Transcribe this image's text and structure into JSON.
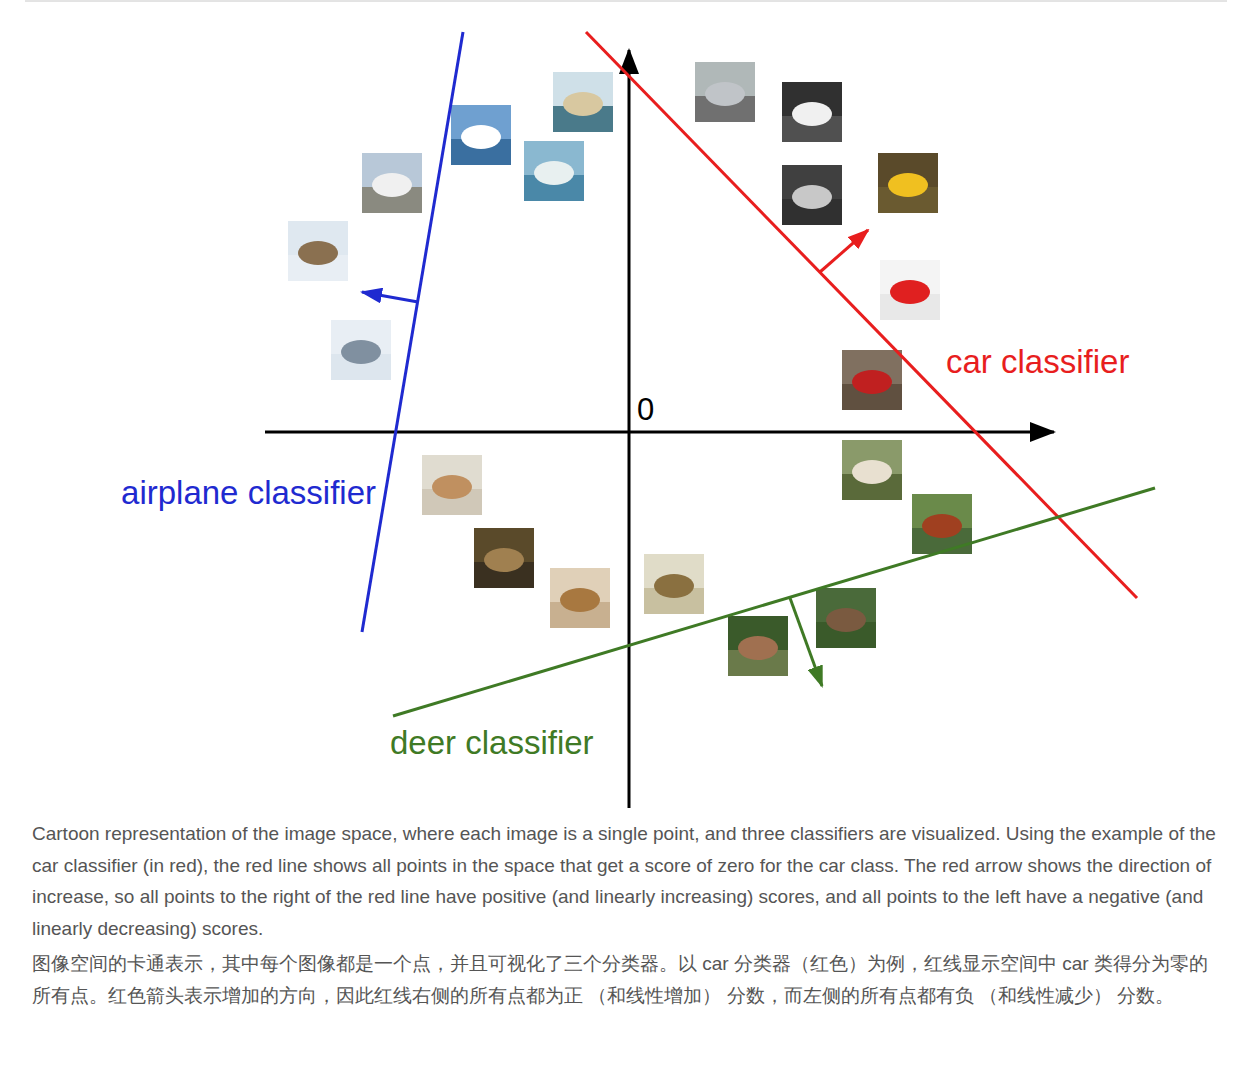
{
  "diagram": {
    "caption": "Cartoon representation of the image space, where each image is a single point, and three classifiers are visualized. Using the example of the car classifier (in red), the red line shows all points in the space that get a score of zero for the car class. The red arrow shows the direction of increase, so all points to the right of the red line have positive (and linearly increasing) scores, and all points to the left have a negative (and linearly decreasing) scores.",
    "labels": [
      "0",
      "airplane classifier",
      "car classifier",
      "deer classifier",
      "图像空间的卡通表示，其中每个图像都是一个点，并且可视化了三个分类器。以 car 分类器（红色）为例，红线显示空间中 car 类得分为零的所有点。红色箭头表示增加的方向，因此红线右侧的所有点都为正 （和线性增加） 分数，而左侧的所有点都有负 （和线性减少） 分数。"
    ]
  }
}
